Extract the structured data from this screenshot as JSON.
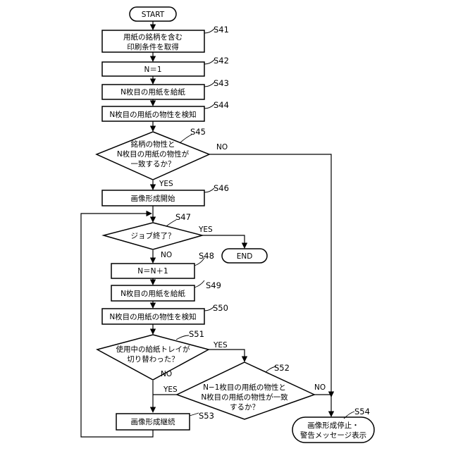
{
  "steps": {
    "start": "START",
    "s41": {
      "line1": "用紙の銘柄を含む",
      "line2": "印刷条件を取得"
    },
    "s42": "N＝1",
    "s43": "N枚目の用紙を給紙",
    "s44": "N枚目の用紙の物性を検知",
    "s45": {
      "line1": "銘柄の物性と",
      "line2": "N枚目の用紙の物性が",
      "line3": "一致するか？"
    },
    "s46": "画像形成開始",
    "s47": "ジョブ終了？",
    "end": "END",
    "s48": "N＝N＋1",
    "s49": "N枚目の用紙を給紙",
    "s50": "N枚目の用紙の物性を検知",
    "s51": {
      "line1": "使用中の給紙トレイが",
      "line2": "切り替わった？"
    },
    "s52": {
      "line1": "N−1枚目の用紙の物性と",
      "line2": "N枚目の用紙の物性が一致",
      "line3": "するか？"
    },
    "s53": "画像形成継続",
    "s54": {
      "line1": "画像形成停止・",
      "line2": "警告メッセージ表示"
    }
  },
  "step_labels": {
    "s41": "S41",
    "s42": "S42",
    "s43": "S43",
    "s44": "S44",
    "s45": "S45",
    "s46": "S46",
    "s47": "S47",
    "s48": "S48",
    "s49": "S49",
    "s50": "S50",
    "s51": "S51",
    "s52": "S52",
    "s53": "S53",
    "s54": "S54"
  },
  "branch_labels": {
    "s45_no": "NO",
    "s45_yes": "YES",
    "s47_yes": "YES",
    "s47_no": "NO",
    "s51_yes": "YES",
    "s51_no": "NO",
    "s52_yes": "YES",
    "s52_no": "NO"
  }
}
